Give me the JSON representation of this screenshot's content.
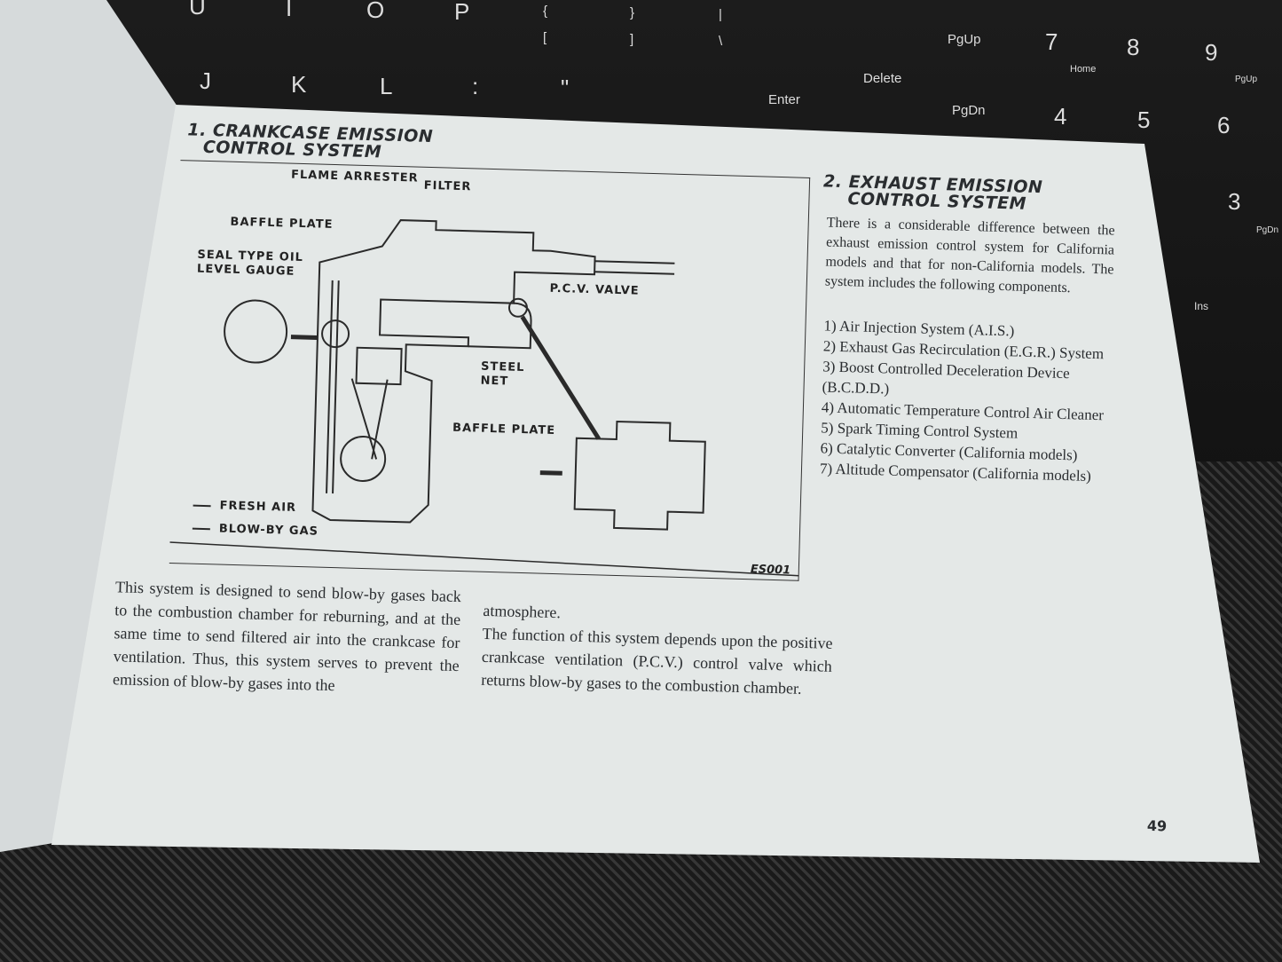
{
  "keyboard": {
    "keys": [
      "U",
      "I",
      "O",
      "P",
      "{",
      "}",
      "|",
      "[",
      "]",
      "\\",
      "J",
      "K",
      "L",
      ":",
      "\"",
      "PgUp",
      "7",
      "8",
      "9",
      "Home",
      "PgUp",
      "Delete",
      "Enter",
      "PgDn",
      "4",
      "5",
      "6",
      "3",
      "PgDn",
      "Ins"
    ]
  },
  "section1": {
    "title_line1": "1. CRANKCASE EMISSION",
    "title_line2": "CONTROL SYSTEM",
    "diagram": {
      "labels": {
        "flame_arrester": "FLAME ARRESTER",
        "filter": "FILTER",
        "baffle_plate_top": "BAFFLE PLATE",
        "seal_type_line1": "SEAL TYPE OIL",
        "seal_type_line2": "LEVEL GAUGE",
        "pcv_valve": "P.C.V. VALVE",
        "steel_line1": "STEEL",
        "steel_line2": "NET",
        "baffle_plate_bottom": "BAFFLE PLATE"
      },
      "legend": {
        "fresh_air": "FRESH AIR",
        "blow_by_gas": "BLOW-BY GAS"
      },
      "figure_id": "ES001"
    },
    "paragraph1": "This system is designed to send blow-by gases back to the combustion chamber for reburning, and at the same time to send filtered air into the crankcase for ventilation. Thus, this system serves to prevent the emission of blow-by gases into the",
    "paragraph2_line1": "atmosphere.",
    "paragraph2": "The function of this system depends upon the positive crankcase ventilation (P.C.V.) control valve which returns blow-by gases to the combustion chamber."
  },
  "section2": {
    "title_line1": "2. EXHAUST EMISSION",
    "title_line2": "CONTROL SYSTEM",
    "intro": "There is a considerable difference between the exhaust emission control system for California models and that for non-California models. The system includes the following components.",
    "items": [
      "1) Air Injection System (A.I.S.)",
      "2) Exhaust Gas Recirculation (E.G.R.) System",
      "3) Boost Controlled Deceleration Device (B.C.D.D.)",
      "4) Automatic Temperature Control Air Cleaner",
      "5) Spark Timing Control System",
      "6) Catalytic Converter (California models)",
      "7) Altitude Compensator (California models)"
    ]
  },
  "page_number": "49"
}
